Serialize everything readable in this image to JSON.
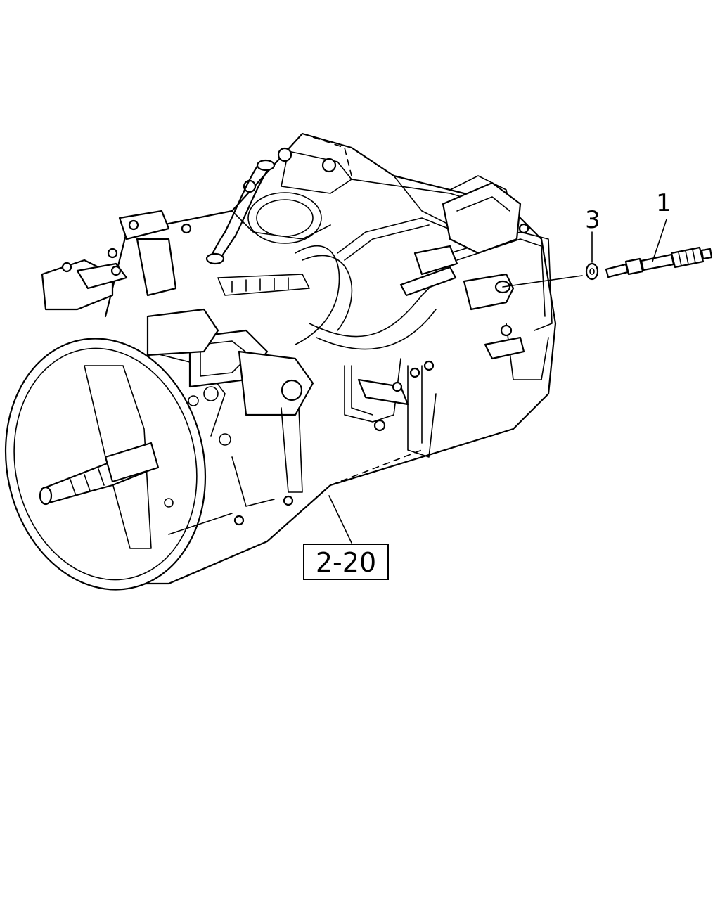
{
  "callouts": {
    "part_1": "1",
    "part_3": "3",
    "reference": "2-20"
  }
}
